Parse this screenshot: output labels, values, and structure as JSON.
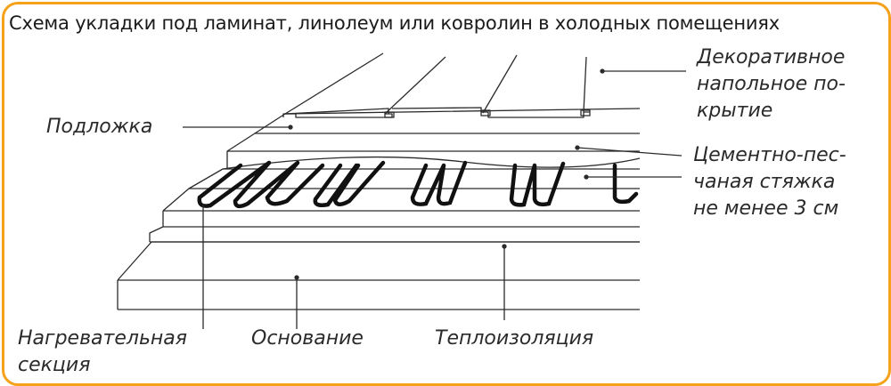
{
  "title": "Схема укладки под ламинат, линолеум или ковролин в холодных помещениях",
  "labels": {
    "decorative": [
      "Декоративное",
      "напольное по-",
      "крытие"
    ],
    "underlay": "Подложка",
    "screed": [
      "Цементно-пес-",
      "чаная стяжка",
      "не менее 3 см"
    ],
    "heating": [
      "Нагревательная",
      "секция"
    ],
    "base": "Основание",
    "insulation": "Теплоизоляция"
  },
  "colors": {
    "frame": "#f5a21a",
    "line": "#2b2b2b",
    "cable": "#111111"
  }
}
